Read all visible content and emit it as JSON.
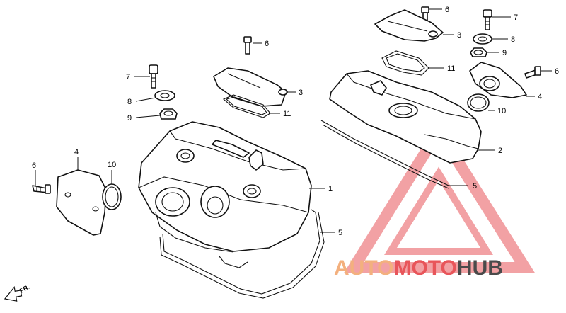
{
  "diagram": {
    "callouts": [
      "6",
      "7",
      "8",
      "9",
      "3",
      "11",
      "4",
      "10",
      "2",
      "1",
      "5",
      "5",
      "6",
      "3",
      "11",
      "7",
      "8",
      "9",
      "6",
      "4",
      "10"
    ],
    "front_arrow_label": "FR."
  },
  "watermark": {
    "part1": "AUTO",
    "part2": "MOTO",
    "part3": "HUB",
    "colors": {
      "auto": "#f3b07e",
      "moto": "#e8555a",
      "hub": "#4a4a4a",
      "triangle": "#e8555a"
    }
  }
}
